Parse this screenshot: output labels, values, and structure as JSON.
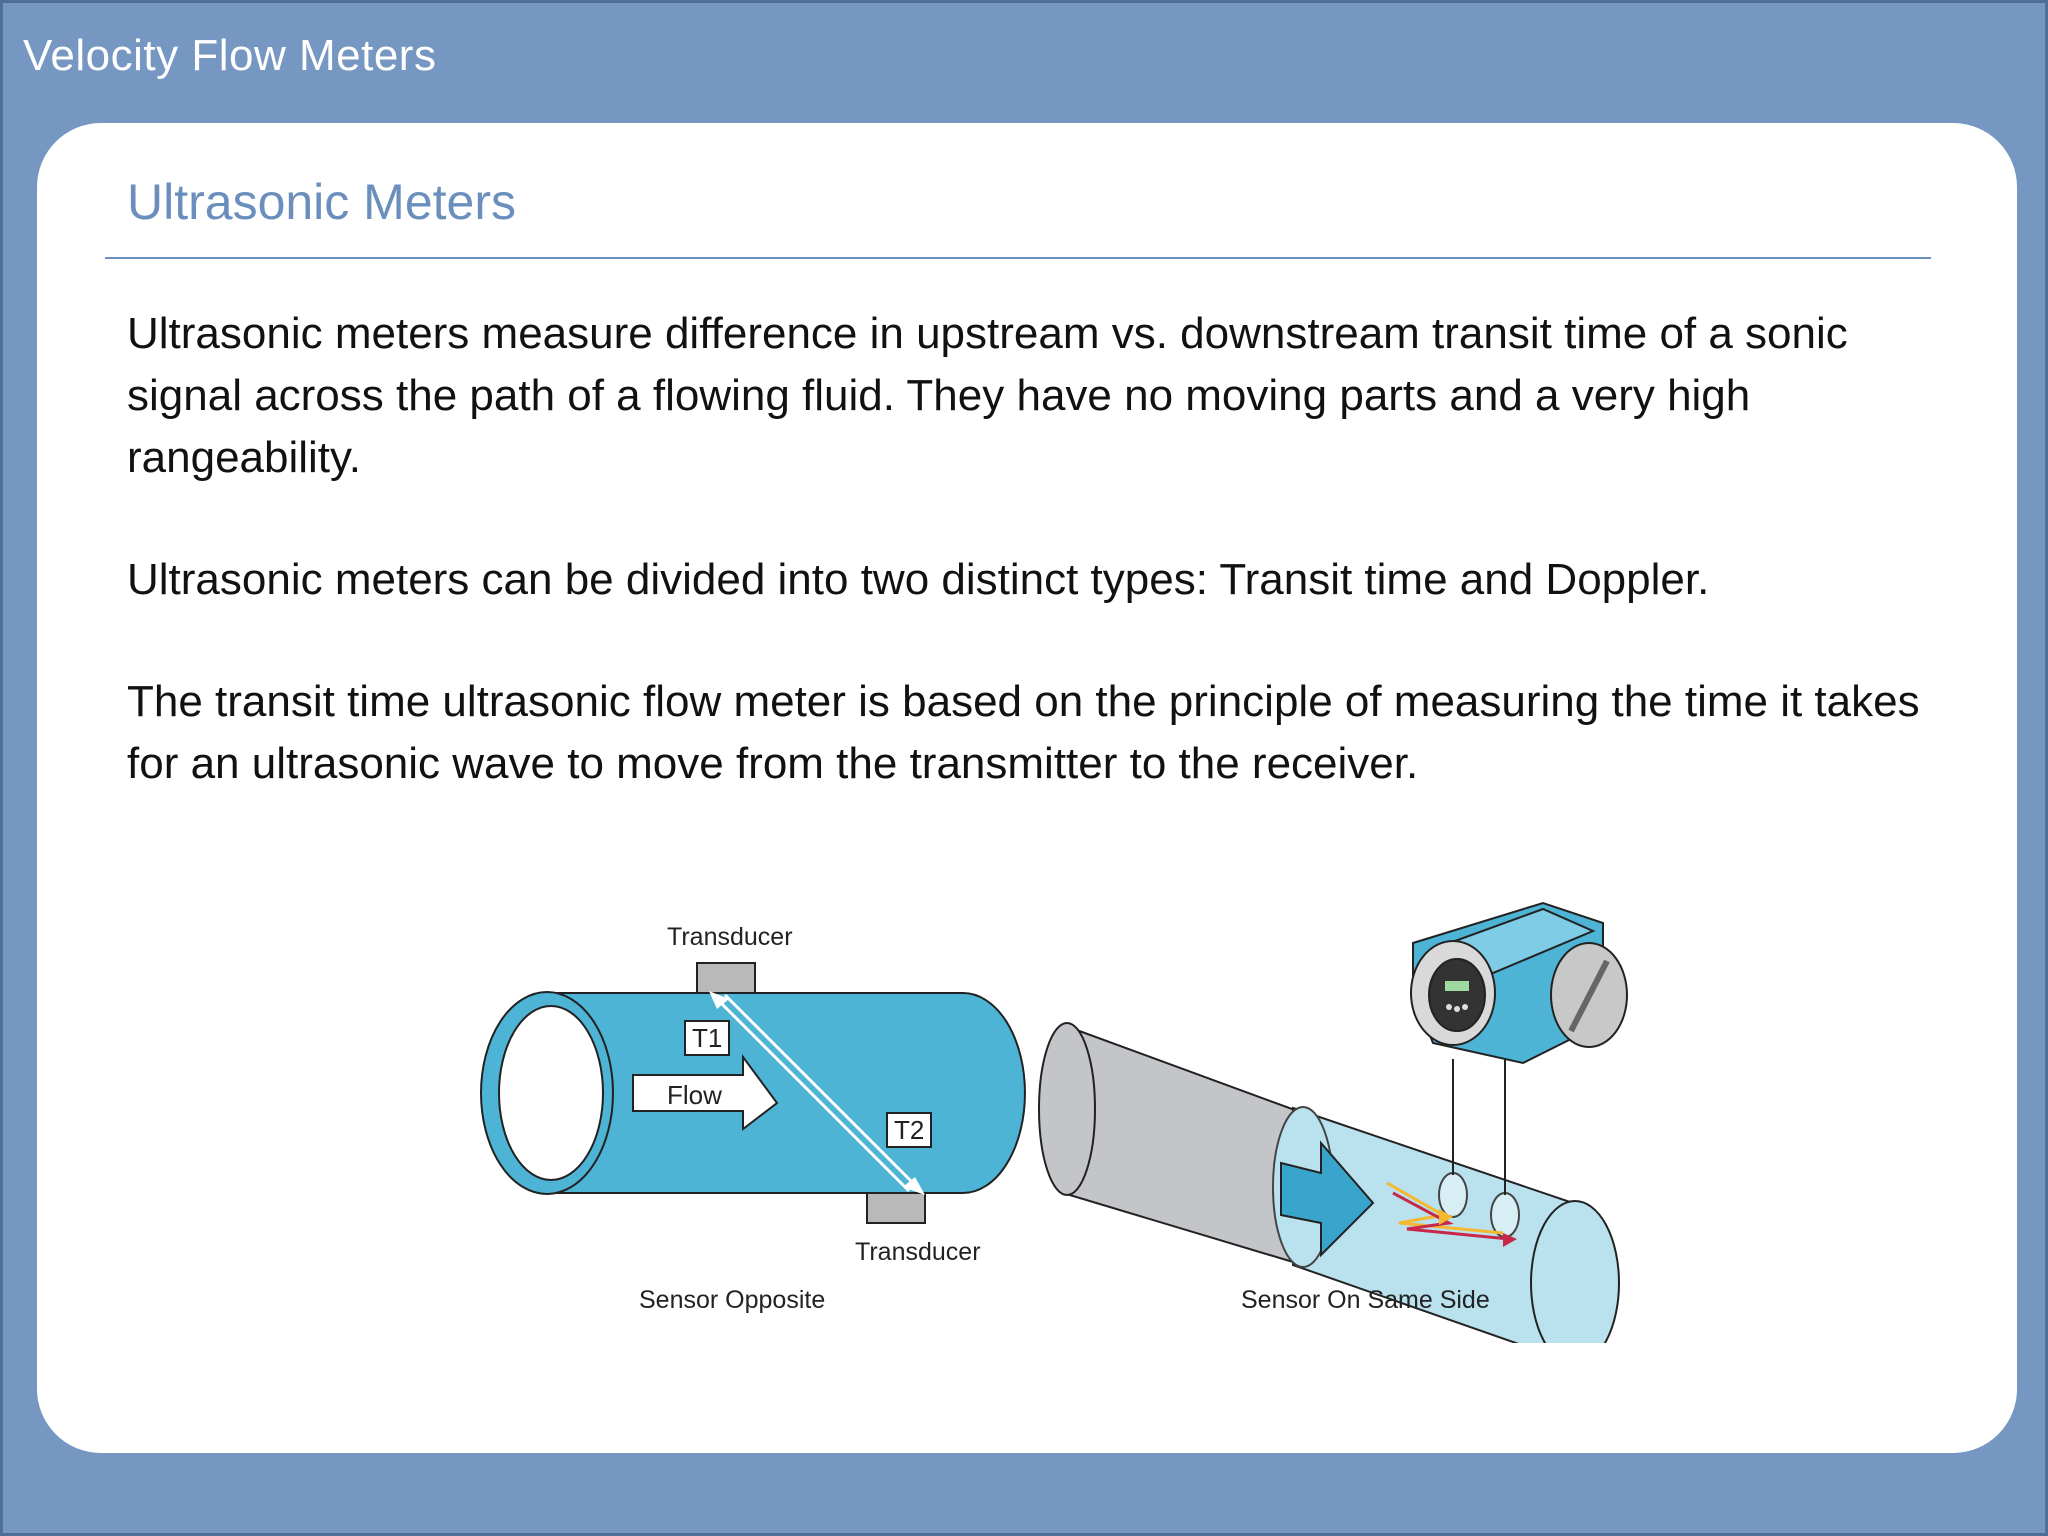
{
  "header": {
    "title": "Velocity Flow Meters"
  },
  "card": {
    "title": "Ultrasonic Meters",
    "paragraphs": [
      "Ultrasonic meters measure difference in upstream vs. downstream transit time of a sonic signal across the path of a flowing fluid. They have no moving parts and a very high rangeability.",
      "Ultrasonic meters can be divided into two distinct types: Transit time and Doppler.",
      "The transit time ultrasonic flow meter is based on the principle of measuring the time it takes for an ultrasonic wave to move from the transmitter to the receiver."
    ]
  },
  "figure": {
    "left": {
      "top_label": "Transducer",
      "bottom_label": "Transducer",
      "t1": "T1",
      "t2": "T2",
      "flow": "Flow",
      "caption": "Sensor Opposite"
    },
    "right": {
      "caption": "Sensor On Same Side"
    },
    "colors": {
      "pipe_blue": "#4eb4d6",
      "pipe_grey": "#c3c5c8",
      "transducer_grey": "#b9b9b9",
      "signal_yellow": "#f5b82e",
      "signal_red": "#c8284a"
    }
  }
}
